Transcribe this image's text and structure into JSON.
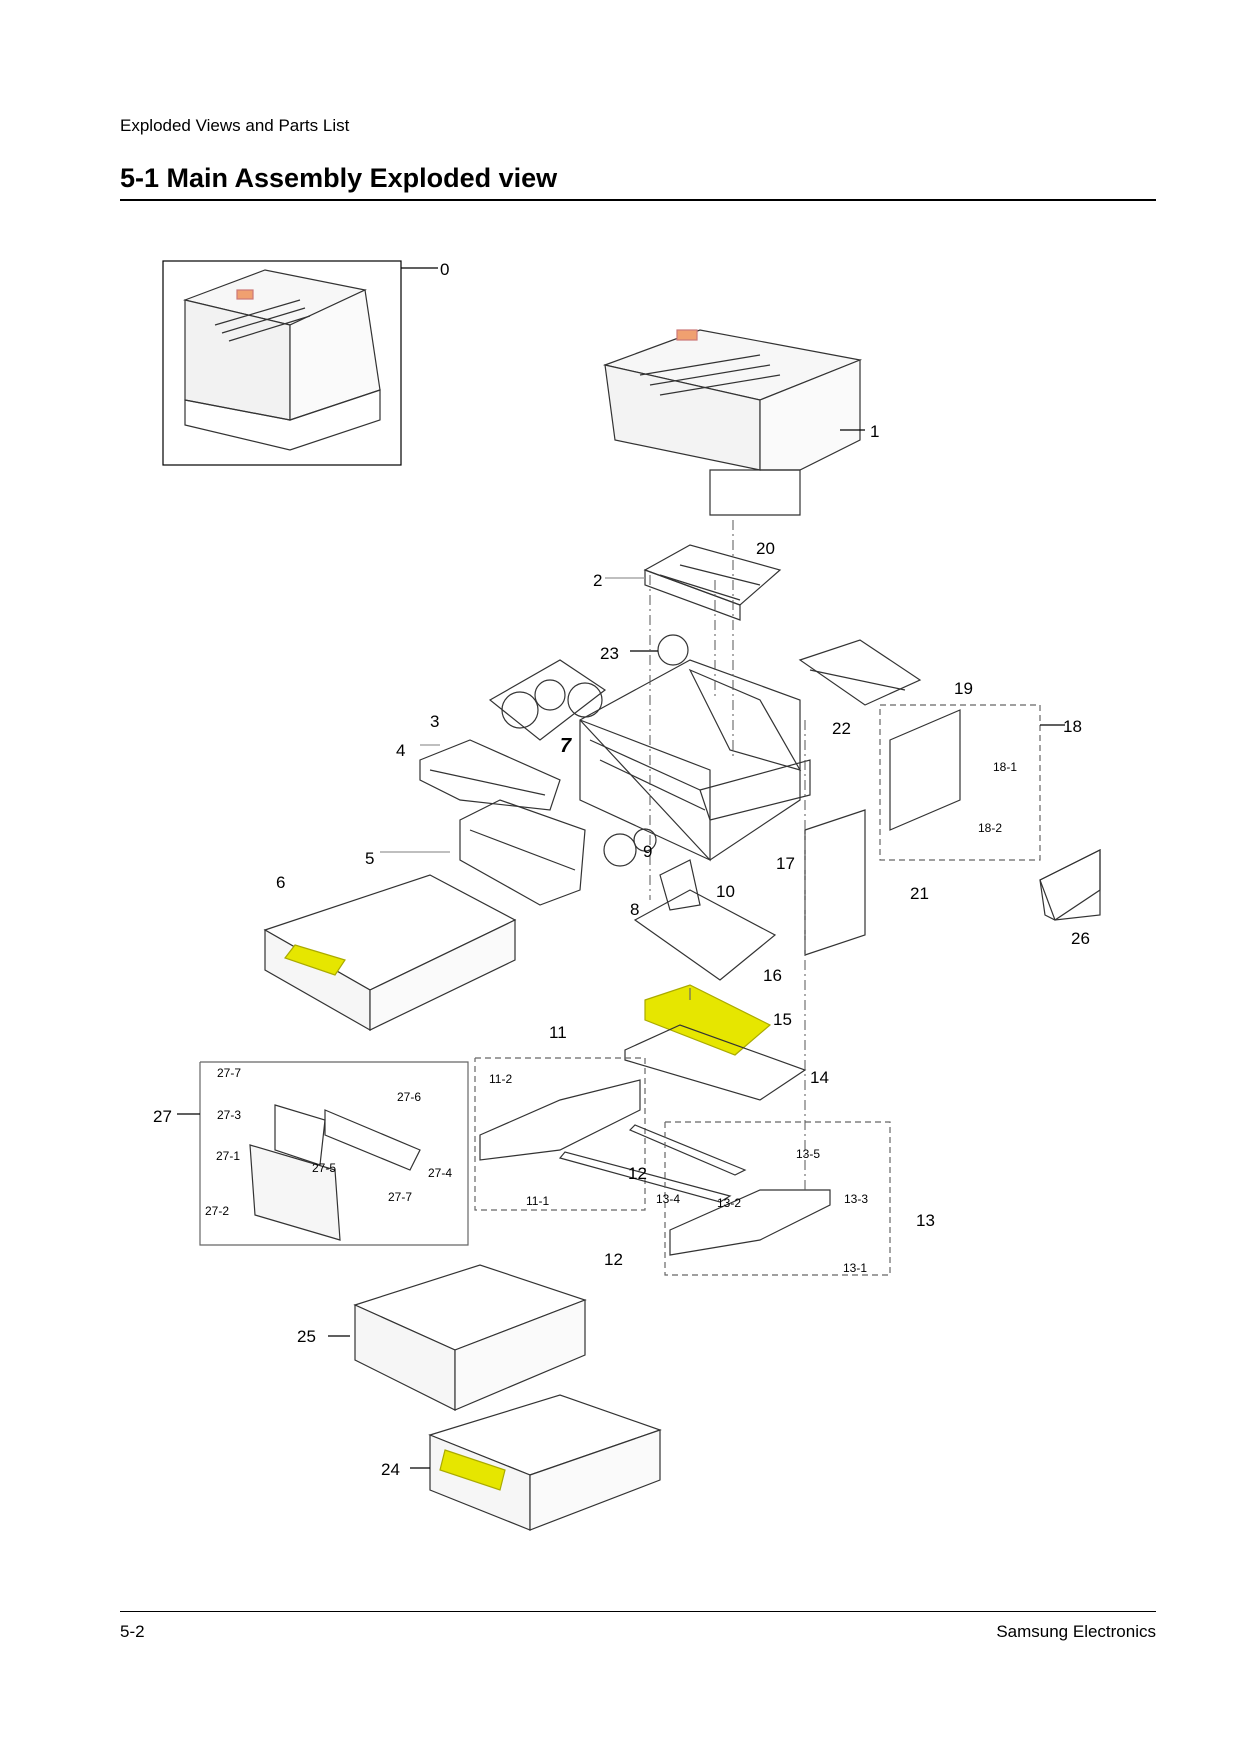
{
  "header": {
    "section_text": "Exploded Views and Parts List"
  },
  "title": "5-1  Main Assembly Exploded view",
  "callouts": {
    "c0": "0",
    "c1": "1",
    "c2": "2",
    "c3": "3",
    "c4": "4",
    "c5": "5",
    "c6": "6",
    "c7": "7",
    "c8": "8",
    "c9": "9",
    "c10": "10",
    "c11": "11",
    "c11_1": "11-1",
    "c11_2": "11-2",
    "c12a": "12",
    "c12b": "12",
    "c13": "13",
    "c13_1": "13-1",
    "c13_2": "13-2",
    "c13_3": "13-3",
    "c13_4": "13-4",
    "c13_5": "13-5",
    "c14": "14",
    "c15": "15",
    "c16": "16",
    "c17": "17",
    "c18": "18",
    "c18_1": "18-1",
    "c18_2": "18-2",
    "c19": "19",
    "c20": "20",
    "c21": "21",
    "c22": "22",
    "c23": "23",
    "c24": "24",
    "c25": "25",
    "c26": "26",
    "c27": "27",
    "c27_1": "27-1",
    "c27_2": "27-2",
    "c27_3": "27-3",
    "c27_4": "27-4",
    "c27_5": "27-5",
    "c27_6": "27-6",
    "c27_7a": "27-7",
    "c27_7b": "27-7"
  },
  "footer": {
    "page_number": "5-2",
    "company": "Samsung Electronics"
  },
  "colors": {
    "highlight": "#e6e600",
    "accent_orange": "#f0a070"
  }
}
